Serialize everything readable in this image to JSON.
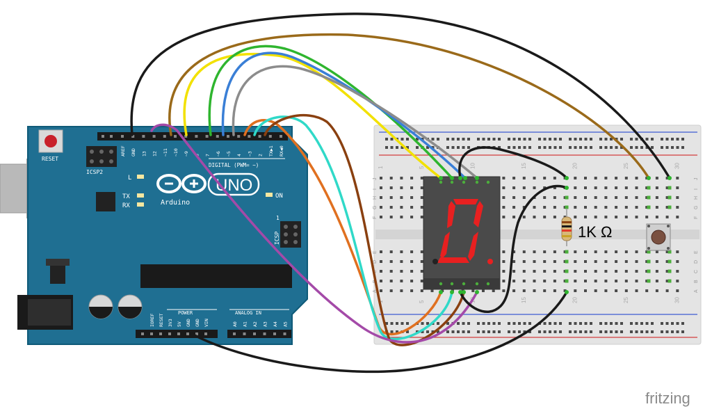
{
  "arduino": {
    "brand": "Arduino",
    "model": "UNO",
    "reset_label": "RESET",
    "icsp2_label": "ICSP2",
    "icsp_label": "ICSP",
    "led_l": "L",
    "led_tx": "TX",
    "led_rx": "RX",
    "led_on": "ON",
    "digital_label": "DIGITAL (PWM= ~)",
    "power_label": "POWER",
    "analog_label": "ANALOG IN",
    "pin_labels_top": [
      "AREF",
      "GND",
      "13",
      "12",
      "~11",
      "~10",
      "~9",
      "8",
      "7",
      "~6",
      "~5",
      "4",
      "~3",
      "2",
      "TX▶1",
      "RX◀0"
    ],
    "pin_labels_power": [
      "IOREF",
      "RESET",
      "3V3",
      "5V",
      "GND",
      "GND",
      "VIN"
    ],
    "pin_labels_analog": [
      "A0",
      "A1",
      "A2",
      "A3",
      "A4",
      "A5"
    ],
    "icsp_number": "1"
  },
  "breadboard": {
    "row_letters_top": [
      "J",
      "I",
      "H",
      "G",
      "F"
    ],
    "row_letters_bottom": [
      "E",
      "D",
      "C",
      "B",
      "A"
    ],
    "column_numbers": [
      "1",
      "5",
      "10",
      "15",
      "20",
      "25",
      "30"
    ]
  },
  "resistor_label": "1K Ω",
  "watermark": "fritzing",
  "colors": {
    "board": "#1f6f92",
    "board_edge": "#0f5a78",
    "breadboard": "#e6e6e6",
    "rail_red": "#d23c3c",
    "rail_blue": "#3c5ad2",
    "hole_green": "#4caf3c",
    "segment_red": "#e82020",
    "wire_black": "#1a1a1a",
    "wire_brown": "#9a6a1a",
    "wire_yellow": "#f2e100",
    "wire_green": "#2fb52f",
    "wire_blue": "#3a7fd6",
    "wire_gray": "#8c8c8c",
    "wire_orange": "#e07020",
    "wire_cyan": "#30d9c8",
    "wire_darkbrown": "#8a4010",
    "wire_purple": "#a44aa8"
  }
}
